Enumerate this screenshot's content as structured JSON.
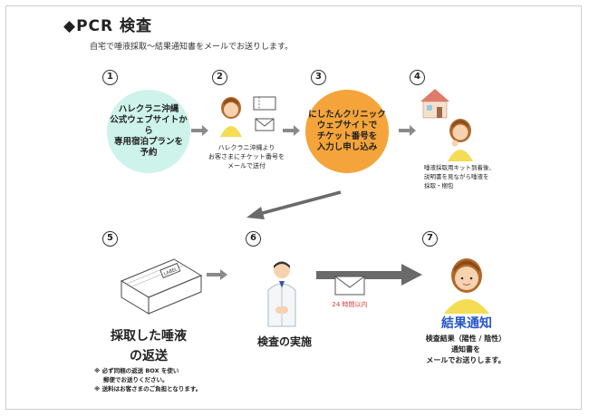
{
  "header": {
    "title_marker": "◆",
    "title": "PCR 検査",
    "subtitle": "自宅で唾液採取〜結果通知書をメールでお送りします。"
  },
  "steps": [
    {
      "num": "1",
      "circle_lines": [
        "ハレクラニ沖縄",
        "公式ウェブサイトから",
        "専用宿泊プランを",
        "予約"
      ]
    },
    {
      "num": "2",
      "caption_lines": [
        "ハレクラニ沖縄より",
        "お客さまにチケット番号を",
        "メールで送付"
      ]
    },
    {
      "num": "3",
      "circle_lines": [
        "にしたんクリニック",
        "ウェブサイトで",
        "チケット番号を",
        "入力し申し込み"
      ]
    },
    {
      "num": "4",
      "caption_lines": [
        "唾液採取用キット到着後、",
        "説明書を見ながら唾液を",
        "採取・梱包"
      ]
    },
    {
      "num": "5",
      "title_lines": [
        "採取した唾液",
        "の返送"
      ],
      "notes": [
        "※ 必ず同梱の返送 BOX を使い",
        "郵便でお送りください。",
        "※ 送料はお客さまのご負担となります。"
      ],
      "box_label": "LABEL"
    },
    {
      "num": "6",
      "title": "検査の実施",
      "mail_label": "24 時間以内"
    },
    {
      "num": "7",
      "title": "結果通知",
      "desc_lines": [
        "検査結果（陽性 / 陰性）",
        "通知書を",
        "メールでお送りします。"
      ]
    }
  ],
  "colors": {
    "circle1": "#cdf3ea",
    "circle3": "#f4a43a",
    "result_title": "#2856c8",
    "arrow": "#8a8a8a",
    "big_arrow": "#6a6a6a",
    "mail_label": "#e03a3a"
  }
}
